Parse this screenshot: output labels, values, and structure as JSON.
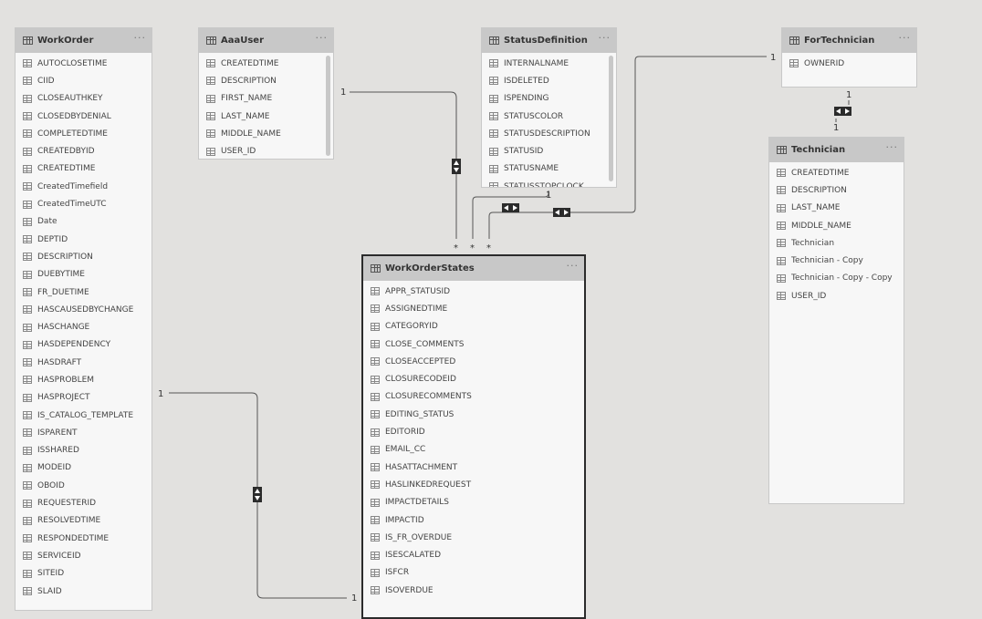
{
  "tables": {
    "workorder": {
      "name": "WorkOrder",
      "more": "···",
      "fields": [
        "AUTOCLOSETIME",
        "CIID",
        "CLOSEAUTHKEY",
        "CLOSEDBYDENIAL",
        "COMPLETEDTIME",
        "CREATEDBYID",
        "CREATEDTIME",
        "CreatedTimefield",
        "CreatedTimeUTC",
        "Date",
        "DEPTID",
        "DESCRIPTION",
        "DUEBYTIME",
        "FR_DUETIME",
        "HASCAUSEDBYCHANGE",
        "HASCHANGE",
        "HASDEPENDENCY",
        "HASDRAFT",
        "HASPROBLEM",
        "HASPROJECT",
        "IS_CATALOG_TEMPLATE",
        "ISPARENT",
        "ISSHARED",
        "MODEID",
        "OBOID",
        "REQUESTERID",
        "RESOLVEDTIME",
        "RESPONDEDTIME",
        "SERVICEID",
        "SITEID",
        "SLAID"
      ]
    },
    "aaauser": {
      "name": "AaaUser",
      "more": "···",
      "fields": [
        "CREATEDTIME",
        "DESCRIPTION",
        "FIRST_NAME",
        "LAST_NAME",
        "MIDDLE_NAME",
        "USER_ID"
      ]
    },
    "statusdefinition": {
      "name": "StatusDefinition",
      "more": "···",
      "fields": [
        "INTERNALNAME",
        "ISDELETED",
        "ISPENDING",
        "STATUSCOLOR",
        "STATUSDESCRIPTION",
        "STATUSID",
        "STATUSNAME",
        "STATUSSTOPCLOCK"
      ]
    },
    "fortechnician": {
      "name": "ForTechnician",
      "more": "···",
      "fields": [
        "OWNERID"
      ]
    },
    "technician": {
      "name": "Technician",
      "more": "···",
      "fields": [
        "CREATEDTIME",
        "DESCRIPTION",
        "LAST_NAME",
        "MIDDLE_NAME",
        "Technician",
        "Technician - Copy",
        "Technician - Copy - Copy",
        "USER_ID"
      ]
    },
    "workorderstates": {
      "name": "WorkOrderStates",
      "more": "···",
      "fields": [
        "APPR_STATUSID",
        "ASSIGNEDTIME",
        "CATEGORYID",
        "CLOSE_COMMENTS",
        "CLOSEACCEPTED",
        "CLOSURECODEID",
        "CLOSURECOMMENTS",
        "EDITING_STATUS",
        "EDITORID",
        "EMAIL_CC",
        "HASATTACHMENT",
        "HASLINKEDREQUEST",
        "IMPACTDETAILS",
        "IMPACTID",
        "IS_FR_OVERDUE",
        "ISESCALATED",
        "ISFCR",
        "ISOVERDUE"
      ]
    }
  },
  "relationships": {
    "one": "1",
    "many": "*"
  }
}
